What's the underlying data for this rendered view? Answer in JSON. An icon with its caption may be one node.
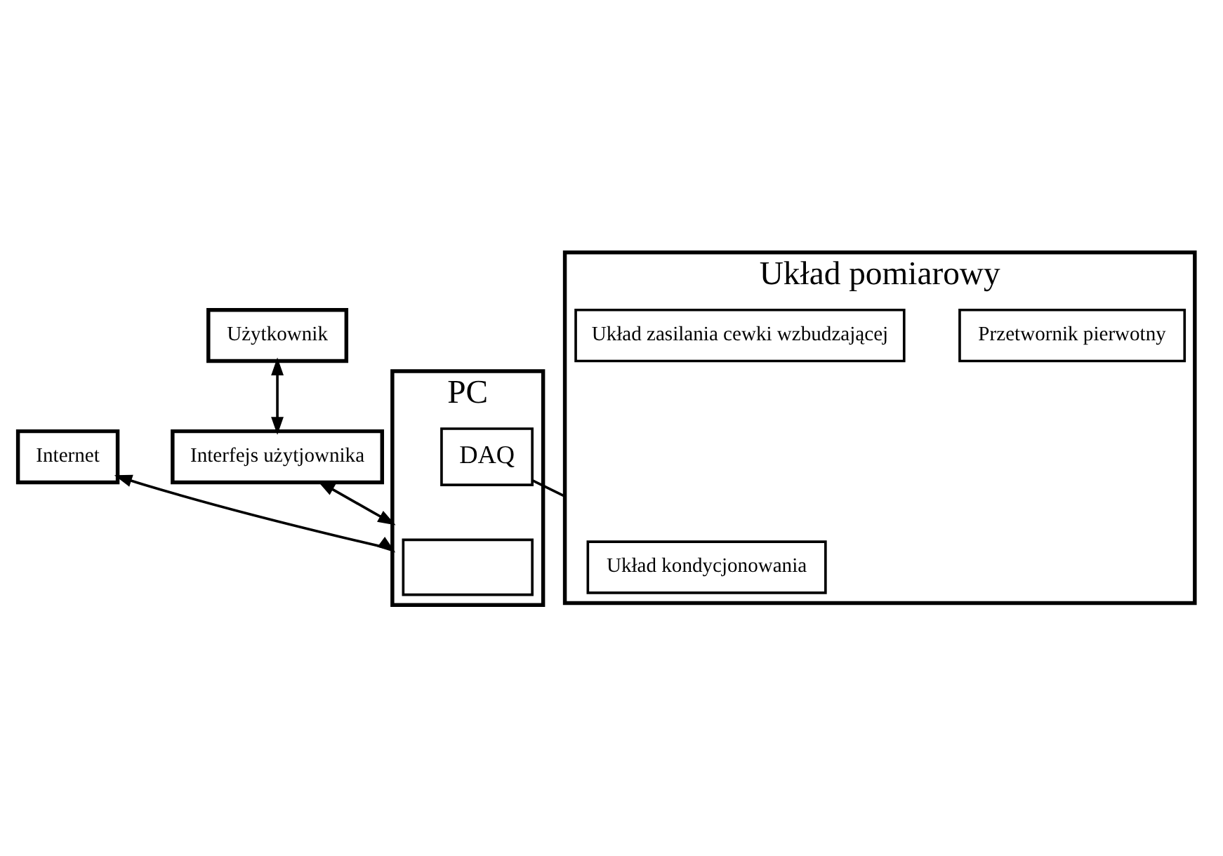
{
  "diagram": {
    "nodes": [
      {
        "text": [
          "Internet"
        ]
      },
      {
        "text": [
          "PC"
        ]
      },
      {
        "text": [],
        "shape": "box",
        "in": 1
      },
      {
        "text": [
          "DAQ"
        ],
        "in": 1
      },
      {
        "text": [
          "Użytkownik"
        ]
      },
      {
        "text": [
          "Interfejs użytjownika"
        ]
      },
      {
        "text": [
          "Układ pomiarowy"
        ]
      },
      {
        "text": [
          "Układ kondycjonowania"
        ],
        "in": 6
      },
      {
        "text": [
          "Przetwornik pierwotny"
        ],
        "in": 6
      },
      {
        "text": [
          "Układ zasilania cewki wzbudzającej"
        ],
        "in": 6
      }
    ],
    "edges": [
      {
        "from": 0,
        "to": 1,
        "arrow": "both"
      },
      {
        "from": 1,
        "to": 5,
        "arrow": "both"
      },
      {
        "from": 4,
        "to": 5,
        "arrow": "both"
      },
      {
        "from": 3,
        "to": 6,
        "arrow": "none"
      }
    ]
  }
}
